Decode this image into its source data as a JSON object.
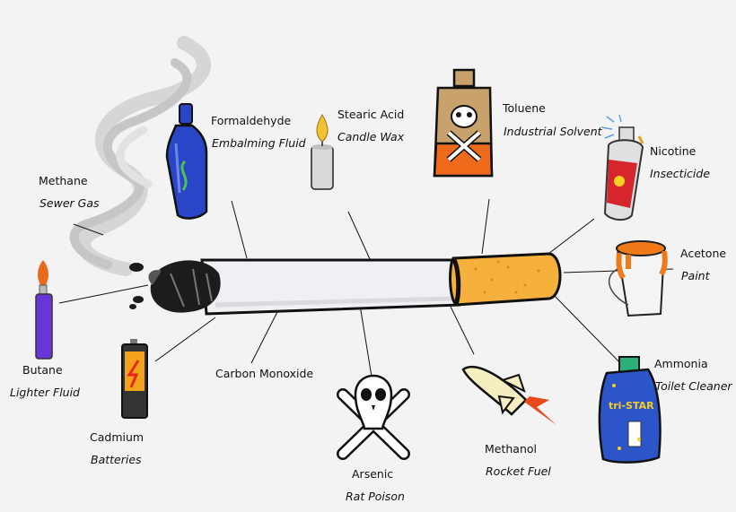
{
  "chemicals": [
    {
      "name": "Methane",
      "use": "Sewer Gas",
      "icon": "smoke-icon"
    },
    {
      "name": "Formaldehyde",
      "use": "Embalming Fluid",
      "icon": "bottle-icon"
    },
    {
      "name": "Stearic Acid",
      "use": "Candle Wax",
      "icon": "candle-icon"
    },
    {
      "name": "Toluene",
      "use": "Industrial Solvent",
      "icon": "poison-flask-icon"
    },
    {
      "name": "Nicotine",
      "use": "Insecticide",
      "icon": "spray-can-icon"
    },
    {
      "name": "Acetone",
      "use": "Paint",
      "icon": "paint-bucket-icon"
    },
    {
      "name": "Ammonia",
      "use": "Toilet Cleaner",
      "icon": "cleaner-bottle-icon"
    },
    {
      "name": "Methanol",
      "use": "Rocket Fuel",
      "icon": "rocket-icon"
    },
    {
      "name": "Arsenic",
      "use": "Rat Poison",
      "icon": "skull-crossbones-icon"
    },
    {
      "name": "Carbon Monoxide",
      "use": "",
      "icon": ""
    },
    {
      "name": "Cadmium",
      "use": "Batteries",
      "icon": "battery-icon"
    },
    {
      "name": "Butane",
      "use": "Lighter Fluid",
      "icon": "lighter-icon"
    }
  ],
  "colors": {
    "filter": "#f6b13c",
    "paper": "#eef0f4",
    "ash": "#222222",
    "smoke": "#cfcfcf",
    "bottle_blue": "#2946c8",
    "flask_orange": "#f06a1c",
    "flask_tan": "#c9a16d",
    "can_red": "#d4262c",
    "bucket_orange": "#f07a1a",
    "cleaner_blue": "#2c55c9",
    "lighter_purple": "#6a35d6",
    "battery_orange": "#f3a21d"
  }
}
